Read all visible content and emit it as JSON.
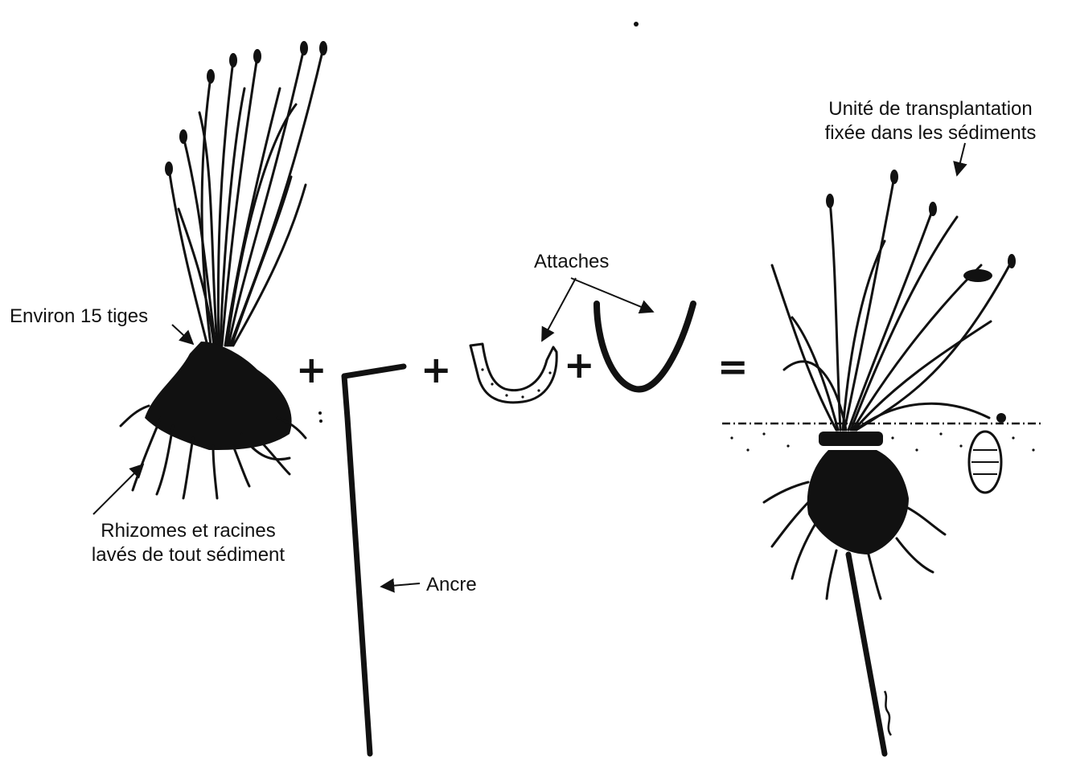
{
  "labels": {
    "tiges": "Environ 15 tiges",
    "rhizomes_line1": "Rhizomes et racines",
    "rhizomes_line2": "lavés de tout sédiment",
    "ancre": "Ancre",
    "attaches": "Attaches",
    "unite_line1": "Unité de transplantation",
    "unite_line2": "fixée dans les sédiments"
  },
  "operators": {
    "plus1": "+",
    "plus2": "+",
    "plus3": "+",
    "equals": "="
  },
  "colors": {
    "ink": "#111111",
    "paper": "#ffffff"
  }
}
